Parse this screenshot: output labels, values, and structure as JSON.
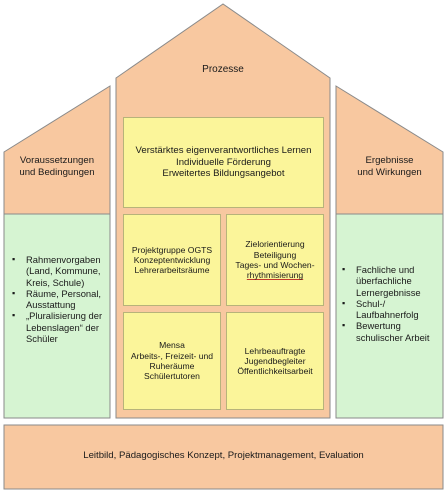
{
  "center_title": "Prozesse",
  "left_title": [
    "Voraussetzungen",
    "und Bedingungen"
  ],
  "right_title": [
    "Ergebnisse",
    "und Wirkungen"
  ],
  "left_list": [
    [
      "Rahmenvorgaben",
      "(Land, Kommune,",
      "Kreis, Schule)"
    ],
    [
      "Räume, Personal,",
      "Ausstattung"
    ],
    [
      "„Pluralisierung der",
      "Lebenslagen“ der",
      "Schüler"
    ]
  ],
  "right_list": [
    [
      "Fachliche und",
      "überfachliche",
      "Lernergebnisse"
    ],
    [
      "Schul-/",
      "Laufbahnerfolg"
    ],
    [
      "Bewertung",
      "schulischer Arbeit"
    ]
  ],
  "center_top_box": [
    "Verstärktes eigenverantwortliches Lernen",
    "Individuelle Förderung",
    "Erweitertes Bildungsangebot"
  ],
  "box_tl": [
    "Projektgruppe OGTS",
    "Konzeptentwicklung",
    "Lehrerarbeitsräume"
  ],
  "box_tr": [
    "Zielorientierung",
    "Beteiligung",
    "Tages- und Wochen-",
    "rhythmisierung"
  ],
  "box_bl": [
    "Mensa",
    "Arbeits-, Freizeit- und",
    "Ruheräume",
    "Schülertutoren"
  ],
  "box_br": [
    "Lehrbeauftragte",
    "Jugendbegleiter",
    "Öffentlichkeitsarbeit"
  ],
  "foundation": "Leitbild, Pädagogisches Konzept, Projektmanagement, Evaluation",
  "colors": {
    "orange": "#f8c8a0",
    "green": "#d6f4d2",
    "yellow": "#fbf59a",
    "stroke": "#8a8a8a"
  }
}
